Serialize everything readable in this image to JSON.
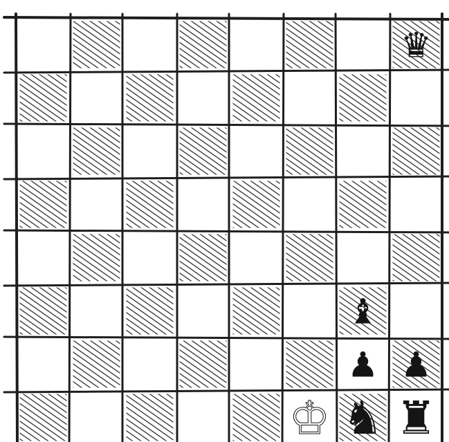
{
  "board": {
    "files": 8,
    "ranks": 8,
    "square_colors": {
      "light": "#ffffff",
      "dark_hatching": "#3a3a3a"
    },
    "ink_color": "#1e1e1e",
    "orientation": "white-at-bottom"
  },
  "pieces": [
    {
      "square": "h8",
      "color": "black",
      "type": "queen",
      "glyph": "♛"
    },
    {
      "square": "g3",
      "color": "black",
      "type": "bishop",
      "glyph": "♝"
    },
    {
      "square": "g2",
      "color": "black",
      "type": "pawn",
      "glyph": "♟"
    },
    {
      "square": "h2",
      "color": "black",
      "type": "pawn",
      "glyph": "♟"
    },
    {
      "square": "f1",
      "color": "white",
      "type": "king",
      "glyph": "♔"
    },
    {
      "square": "g1",
      "color": "black",
      "type": "knight",
      "glyph": "♞"
    },
    {
      "square": "h1",
      "color": "black",
      "type": "rook",
      "glyph": "♜"
    }
  ]
}
